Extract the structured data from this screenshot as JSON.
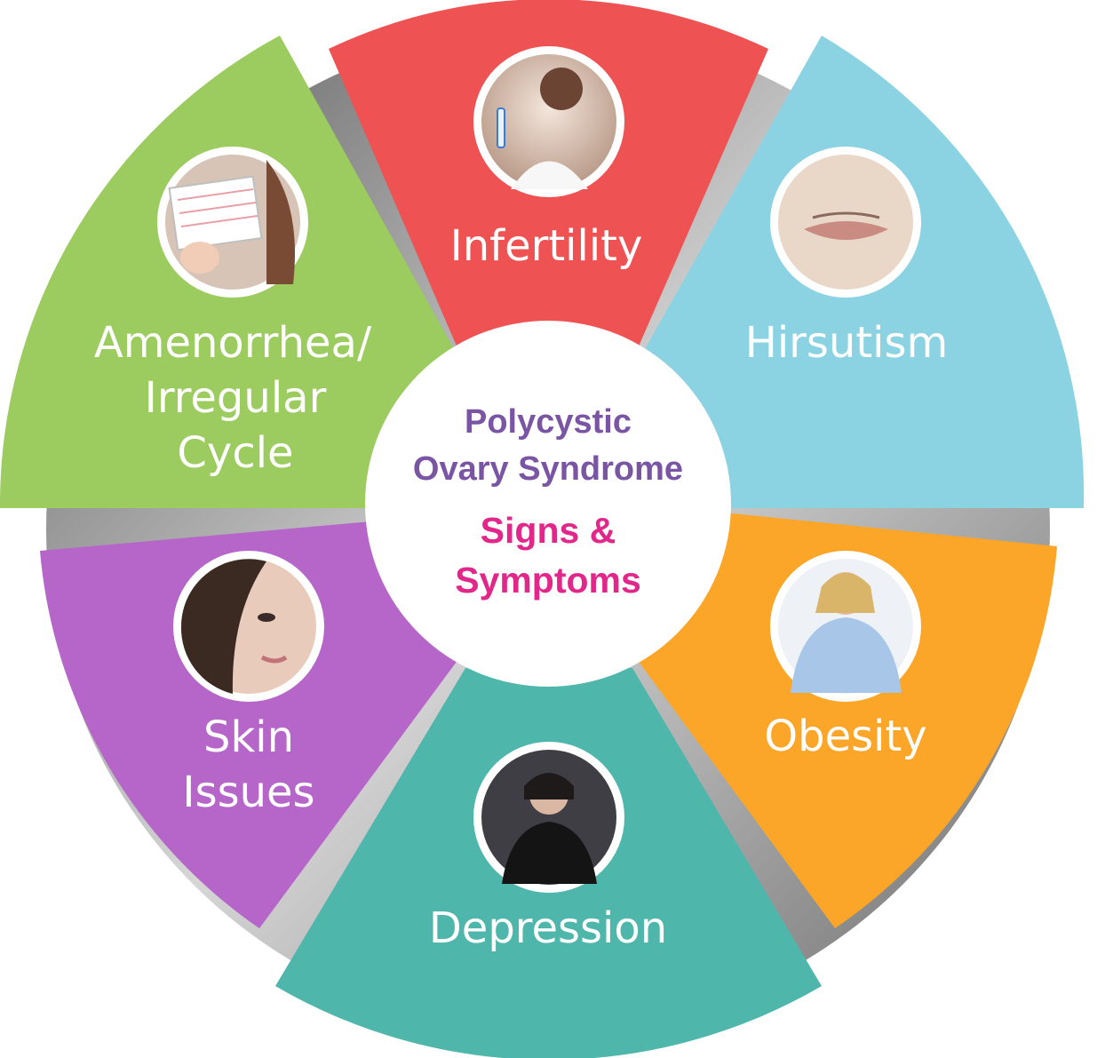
{
  "center": {
    "title_line1": "Polycystic",
    "title_line2": "Ovary Syndrome",
    "subtitle_line1": "Signs &",
    "subtitle_line2": "Symptoms",
    "title_color": "#7a55a4",
    "subtitle_color": "#e2278a"
  },
  "segments": [
    {
      "id": "infertility",
      "lines": [
        "Infertility"
      ],
      "color": "#ee5253",
      "icon": "pregnancy-test-woman-photo"
    },
    {
      "id": "hirsutism",
      "lines": [
        "Hirsutism"
      ],
      "color": "#8bd3e3",
      "icon": "upper-lip-hair-photo"
    },
    {
      "id": "obesity",
      "lines": [
        "Obesity"
      ],
      "color": "#fba628",
      "icon": "overweight-woman-photo"
    },
    {
      "id": "depression",
      "lines": [
        "Depression"
      ],
      "color": "#4fb6ac",
      "icon": "stressed-woman-photo"
    },
    {
      "id": "skin-issues",
      "lines": [
        "Skin",
        "Issues"
      ],
      "color": "#b566c8",
      "icon": "woman-face-skin-photo"
    },
    {
      "id": "amenorrhea",
      "lines": [
        "Amenorrhea/",
        "Irregular",
        "Cycle"
      ],
      "color": "#9ccb5f",
      "icon": "calendar-in-hand-photo"
    }
  ]
}
